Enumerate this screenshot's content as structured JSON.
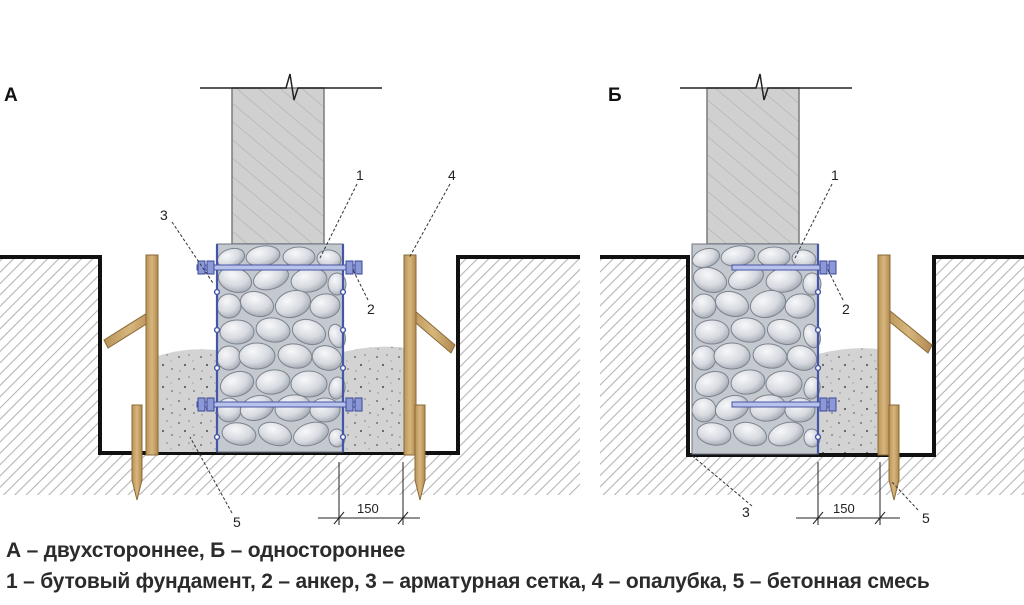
{
  "panels": [
    {
      "letter": "А",
      "callouts": {
        "c1": "1",
        "c2": "2",
        "c3": "3",
        "c4": "4",
        "c5": "5"
      },
      "dimension": "150"
    },
    {
      "letter": "Б",
      "callouts": {
        "c1": "1",
        "c2": "2",
        "c3": "3",
        "c5": "5"
      },
      "dimension": "150"
    }
  ],
  "captions": {
    "line1": "А – двухстороннее, Б – одностороннее",
    "line2": "1 – бутовый фундамент, 2 – анкер, 3 – арматурная сетка, 4 – опалубка, 5 – бетонная смесь"
  },
  "colors": {
    "ground_line": "#111111",
    "ground_hatch": "#b5b5b5",
    "column": "#d0d0d0",
    "stone": "#d9dce2",
    "mesh": "#4656a6",
    "formwork": "#c9a66b",
    "concrete": "#d3d3d3"
  }
}
